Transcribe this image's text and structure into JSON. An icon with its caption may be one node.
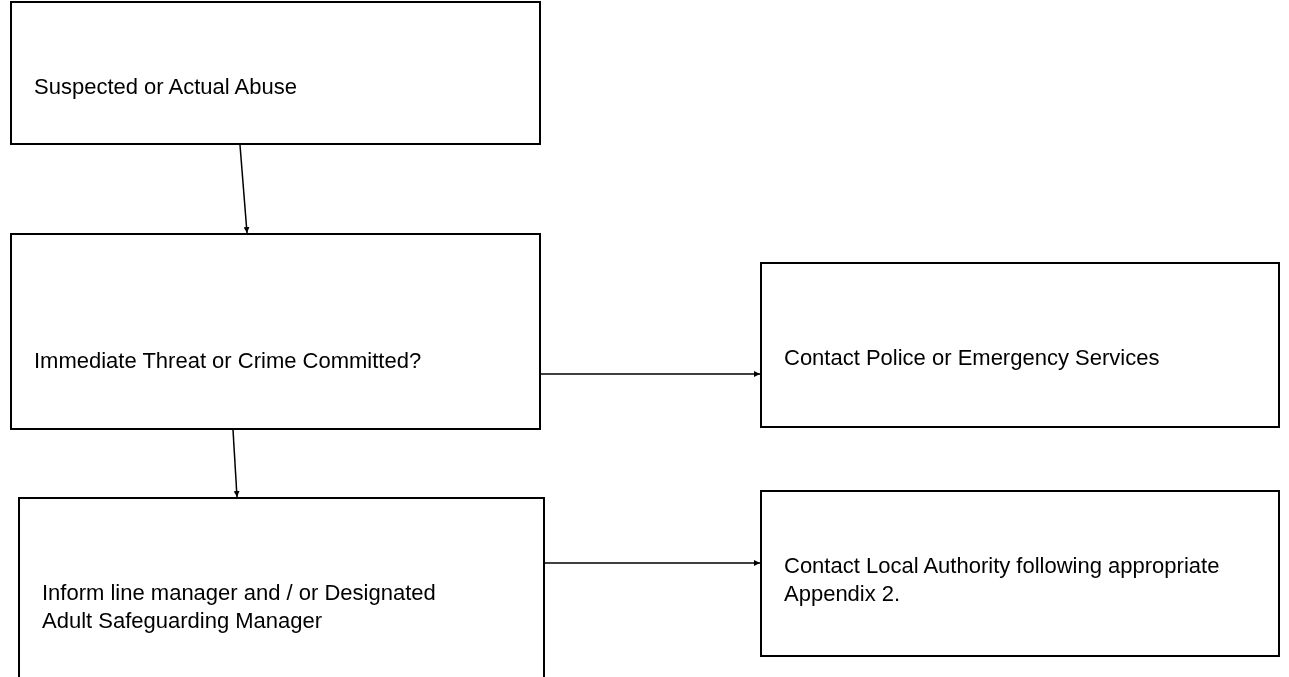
{
  "diagram": {
    "nodes": [
      {
        "text": [
          "Suspected or Actual Abuse"
        ]
      },
      {
        "text": [
          "Immediate Threat or Crime Committed?"
        ]
      },
      {
        "text": [
          "Contact Police or Emergency Services"
        ]
      },
      {
        "text": [
          "Inform line manager and / or Designated Adult Safeguarding Manager"
        ]
      },
      {
        "text": [
          "Contact Local Authority following appropriate Appendix 2."
        ]
      }
    ],
    "edges": [
      {
        "from": 0,
        "to": 1,
        "arrow": "to"
      },
      {
        "from": 1,
        "to": 2,
        "arrow": "to"
      },
      {
        "from": 1,
        "to": 3,
        "arrow": "to"
      },
      {
        "from": 3,
        "to": 4,
        "arrow": "to"
      }
    ]
  }
}
